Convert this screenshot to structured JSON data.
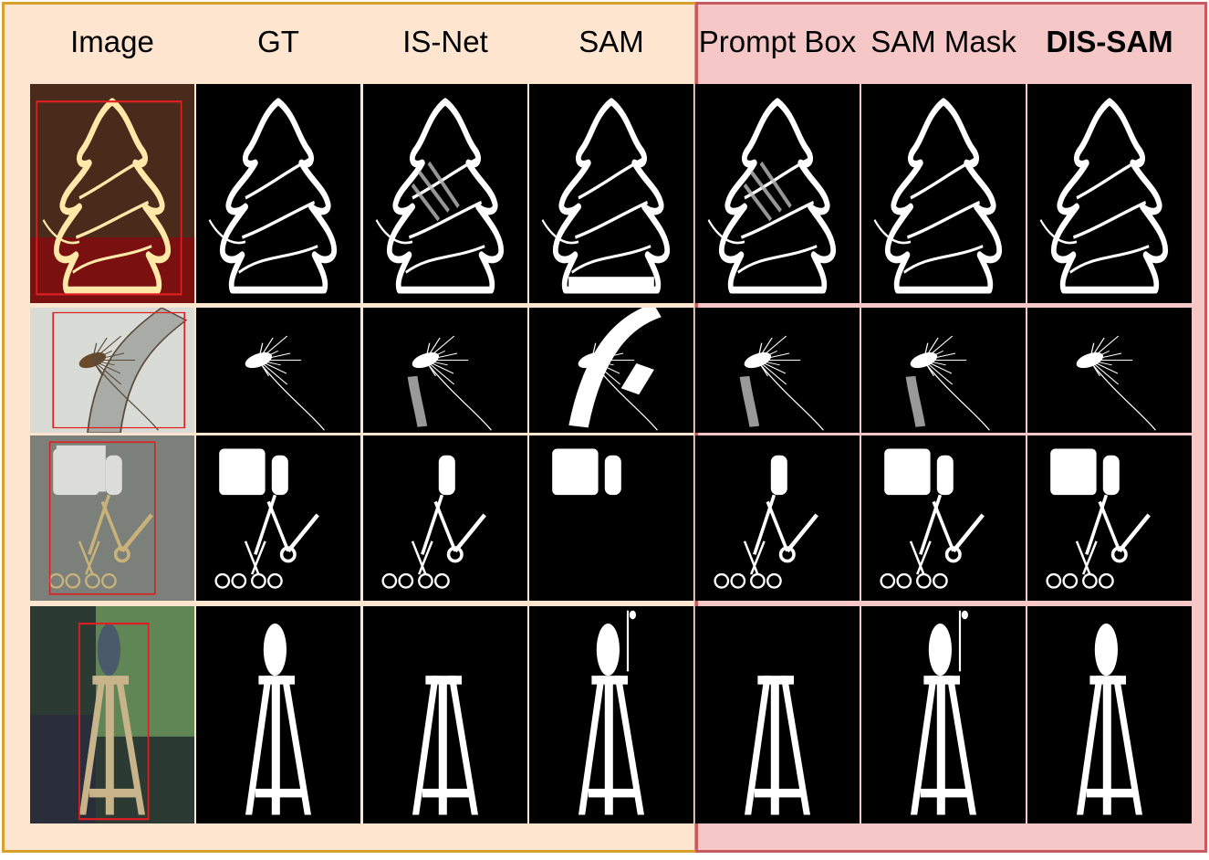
{
  "figure": {
    "columns": [
      {
        "id": "image",
        "label": "Image",
        "bold": false
      },
      {
        "id": "gt",
        "label": "GT",
        "bold": false
      },
      {
        "id": "isnet",
        "label": "IS-Net",
        "bold": false
      },
      {
        "id": "sam",
        "label": "SAM",
        "bold": false
      },
      {
        "id": "prompt_box",
        "label": "Prompt Box",
        "bold": false
      },
      {
        "id": "sam_mask",
        "label": "SAM Mask",
        "bold": false
      },
      {
        "id": "dis_sam",
        "label": "DIS-SAM",
        "bold": true
      }
    ],
    "rows": [
      {
        "subject": "christmas-tree-light"
      },
      {
        "subject": "centipede"
      },
      {
        "subject": "surgical-instruments"
      },
      {
        "subject": "easel"
      }
    ],
    "colors": {
      "left_panel_bg": "#fde5cf",
      "left_panel_border": "#d7a22c",
      "right_panel_bg": "#f6c7c7",
      "right_panel_border": "#c65a5e",
      "mask_foreground": "#ffffff",
      "mask_background": "#000000",
      "prompt_box_color": "#e02020"
    }
  }
}
